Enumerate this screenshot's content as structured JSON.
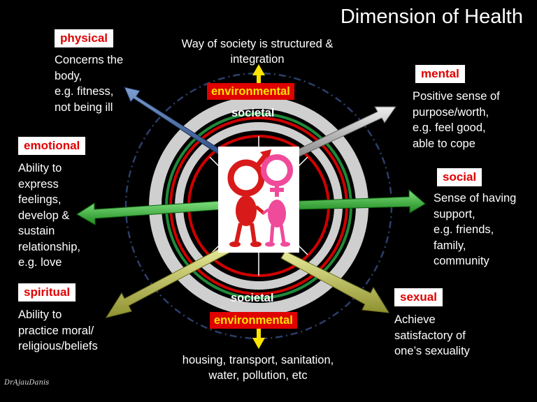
{
  "title": "Dimension of Health",
  "top_text": [
    "Way of society is structured &",
    "integration"
  ],
  "bottom_text": [
    "housing, transport, sanitation,",
    "water, pollution, etc"
  ],
  "environmental_top": "environmental",
  "environmental_bottom": "environmental",
  "societal_top": "societal",
  "societal_bottom": "societal",
  "dimensions": {
    "physical": {
      "label": "physical",
      "lines": [
        "Concerns the",
        "body,",
        "e.g. fitness,",
        "not being ill"
      ]
    },
    "mental": {
      "label": "mental",
      "lines": [
        "Positive sense of",
        "purpose/worth,",
        "e.g. feel good,",
        "able to cope"
      ]
    },
    "emotional": {
      "label": "emotional",
      "lines": [
        "Ability to",
        "express",
        "feelings,",
        "develop &",
        "sustain",
        "relationship,",
        "e.g. love"
      ]
    },
    "social": {
      "label": "social",
      "lines": [
        "Sense of having",
        "support,",
        "e.g. friends,",
        "family,",
        "community"
      ]
    },
    "spiritual": {
      "label": "spiritual",
      "lines": [
        "Ability to",
        "practice moral/",
        "religious/beliefs"
      ]
    },
    "sexual": {
      "label": "sexual",
      "lines": [
        "Achieve",
        "satisfactory of",
        "one’s sexuality"
      ]
    }
  },
  "signature": "DrAjauDanis",
  "colors": {
    "label_text": "#e00000",
    "env_box": "#e00000",
    "env_text": "#ffe400",
    "arrow_blue": "#4a6fa8",
    "arrow_silver": "#b8b8b8",
    "arrow_green": "#3db33d",
    "arrow_yellow": "#c9cc5a",
    "ring_red": "#d00000",
    "ring_green": "#1f8a3a",
    "ring_grey": "#d0d0d0"
  }
}
